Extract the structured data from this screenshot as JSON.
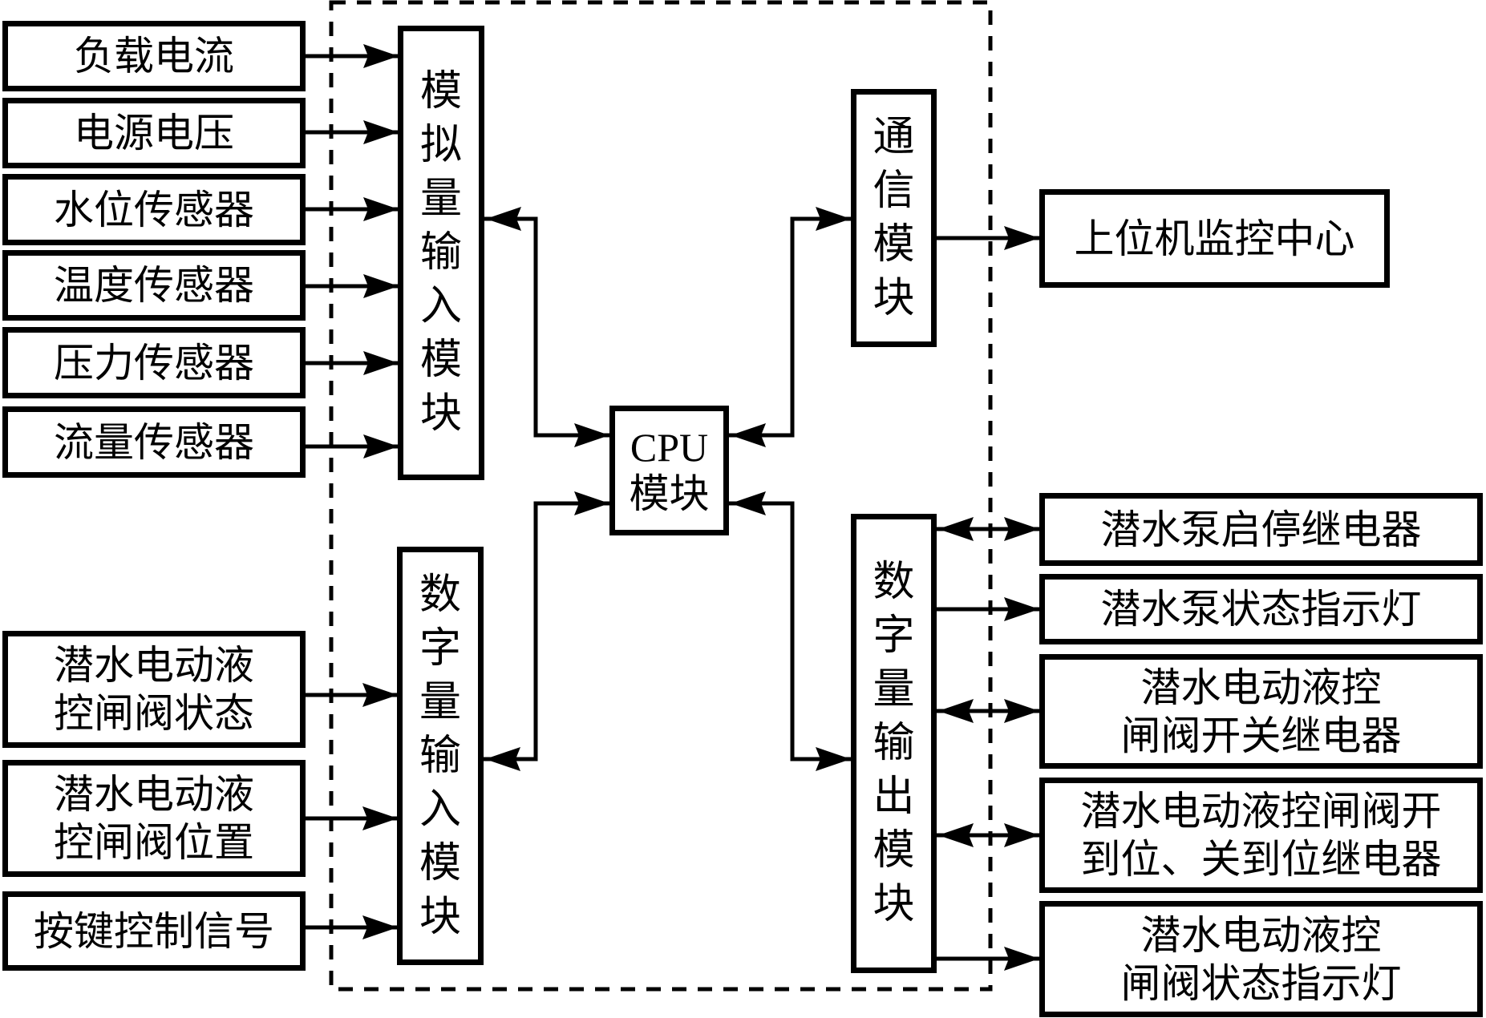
{
  "diagram": {
    "title": "",
    "colors": {
      "line": "#000000",
      "background": "#ffffff"
    },
    "inputs_analog": [
      {
        "id": "load-current",
        "label": "负载电流"
      },
      {
        "id": "supply-voltage",
        "label": "电源电压"
      },
      {
        "id": "water-level-sensor",
        "label": "水位传感器"
      },
      {
        "id": "temperature-sensor",
        "label": "温度传感器"
      },
      {
        "id": "pressure-sensor",
        "label": "压力传感器"
      },
      {
        "id": "flow-sensor",
        "label": "流量传感器"
      }
    ],
    "inputs_digital": [
      {
        "id": "valve-status",
        "label": "潜水电动液\n控闸阀状态"
      },
      {
        "id": "valve-position",
        "label": "潜水电动液\n控闸阀位置"
      },
      {
        "id": "key-control-signal",
        "label": "按键控制信号"
      }
    ],
    "modules": {
      "analog_input": "模拟量输入模块",
      "digital_input": "数字量输入模块",
      "cpu_line1": "CPU",
      "cpu_line2": "模块",
      "communication": "通信模块",
      "digital_output": "数字量输出模块"
    },
    "host": {
      "id": "host-monitoring-center",
      "label": "上位机监控中心"
    },
    "outputs_digital": [
      {
        "id": "pump-start-stop-relay",
        "label": "潜水泵启停继电器",
        "bidirectional": true
      },
      {
        "id": "pump-status-indicator",
        "label": "潜水泵状态指示灯",
        "bidirectional": false
      },
      {
        "id": "valve-switch-relay",
        "label": "潜水电动液控\n闸阀开关继电器",
        "bidirectional": true
      },
      {
        "id": "valve-limit-relay",
        "label": "潜水电动液控闸阀开\n到位、关到位继电器",
        "bidirectional": true
      },
      {
        "id": "valve-status-indicator",
        "label": "潜水电动液控\n闸阀状态指示灯",
        "bidirectional": false
      }
    ],
    "connections": [
      {
        "from": "sensors",
        "to": "analog_input",
        "direction": "forward"
      },
      {
        "from": "digital_signals",
        "to": "digital_input",
        "direction": "forward"
      },
      {
        "from": "analog_input",
        "to": "cpu",
        "direction": "both"
      },
      {
        "from": "digital_input",
        "to": "cpu",
        "direction": "both"
      },
      {
        "from": "cpu",
        "to": "communication",
        "direction": "both"
      },
      {
        "from": "cpu",
        "to": "digital_output",
        "direction": "both"
      },
      {
        "from": "communication",
        "to": "host",
        "direction": "forward"
      }
    ]
  }
}
